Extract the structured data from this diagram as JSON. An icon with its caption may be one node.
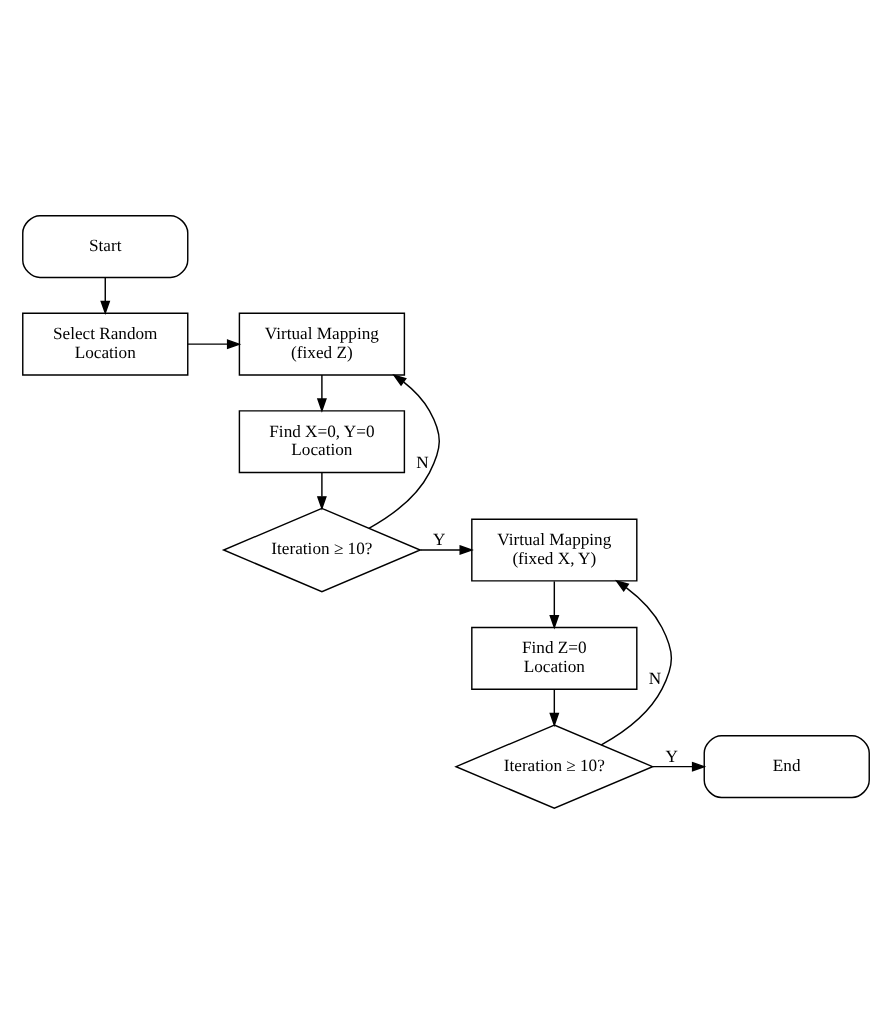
{
  "diagram": {
    "nodes": [
      {
        "text": [
          "Start"
        ]
      },
      {
        "text": [
          "Select Random Location"
        ]
      },
      {
        "text": [
          "Virtual Mapping (fixed Z)"
        ]
      },
      {
        "text": [
          "Find X=0, Y=0 Location"
        ]
      },
      {
        "text": [
          "Iteration ≥ 10?"
        ]
      },
      {
        "text": [
          "Virtual Mapping (fixed X, Y)"
        ]
      },
      {
        "text": [
          "Find Z=0 Location"
        ]
      },
      {
        "text": [
          "Iteration ≥ 10?"
        ]
      },
      {
        "text": [
          "End"
        ]
      }
    ],
    "edges": [
      {
        "from": 0,
        "to": 1,
        "arrow": "to"
      },
      {
        "from": 1,
        "to": 2,
        "arrow": "to"
      },
      {
        "from": 2,
        "to": 3,
        "arrow": "to"
      },
      {
        "from": 3,
        "to": 4,
        "arrow": "to"
      },
      {
        "from": 4,
        "to": 5,
        "arrow": "to",
        "label": "Y"
      },
      {
        "from": 4,
        "to": 2,
        "arrow": "to",
        "label": "N"
      },
      {
        "from": 5,
        "to": 6,
        "arrow": "to"
      },
      {
        "from": 6,
        "to": 7,
        "arrow": "to"
      },
      {
        "from": 7,
        "to": 8,
        "arrow": "to",
        "label": "Y"
      },
      {
        "from": 7,
        "to": 5,
        "arrow": "to",
        "label": "N"
      }
    ]
  }
}
